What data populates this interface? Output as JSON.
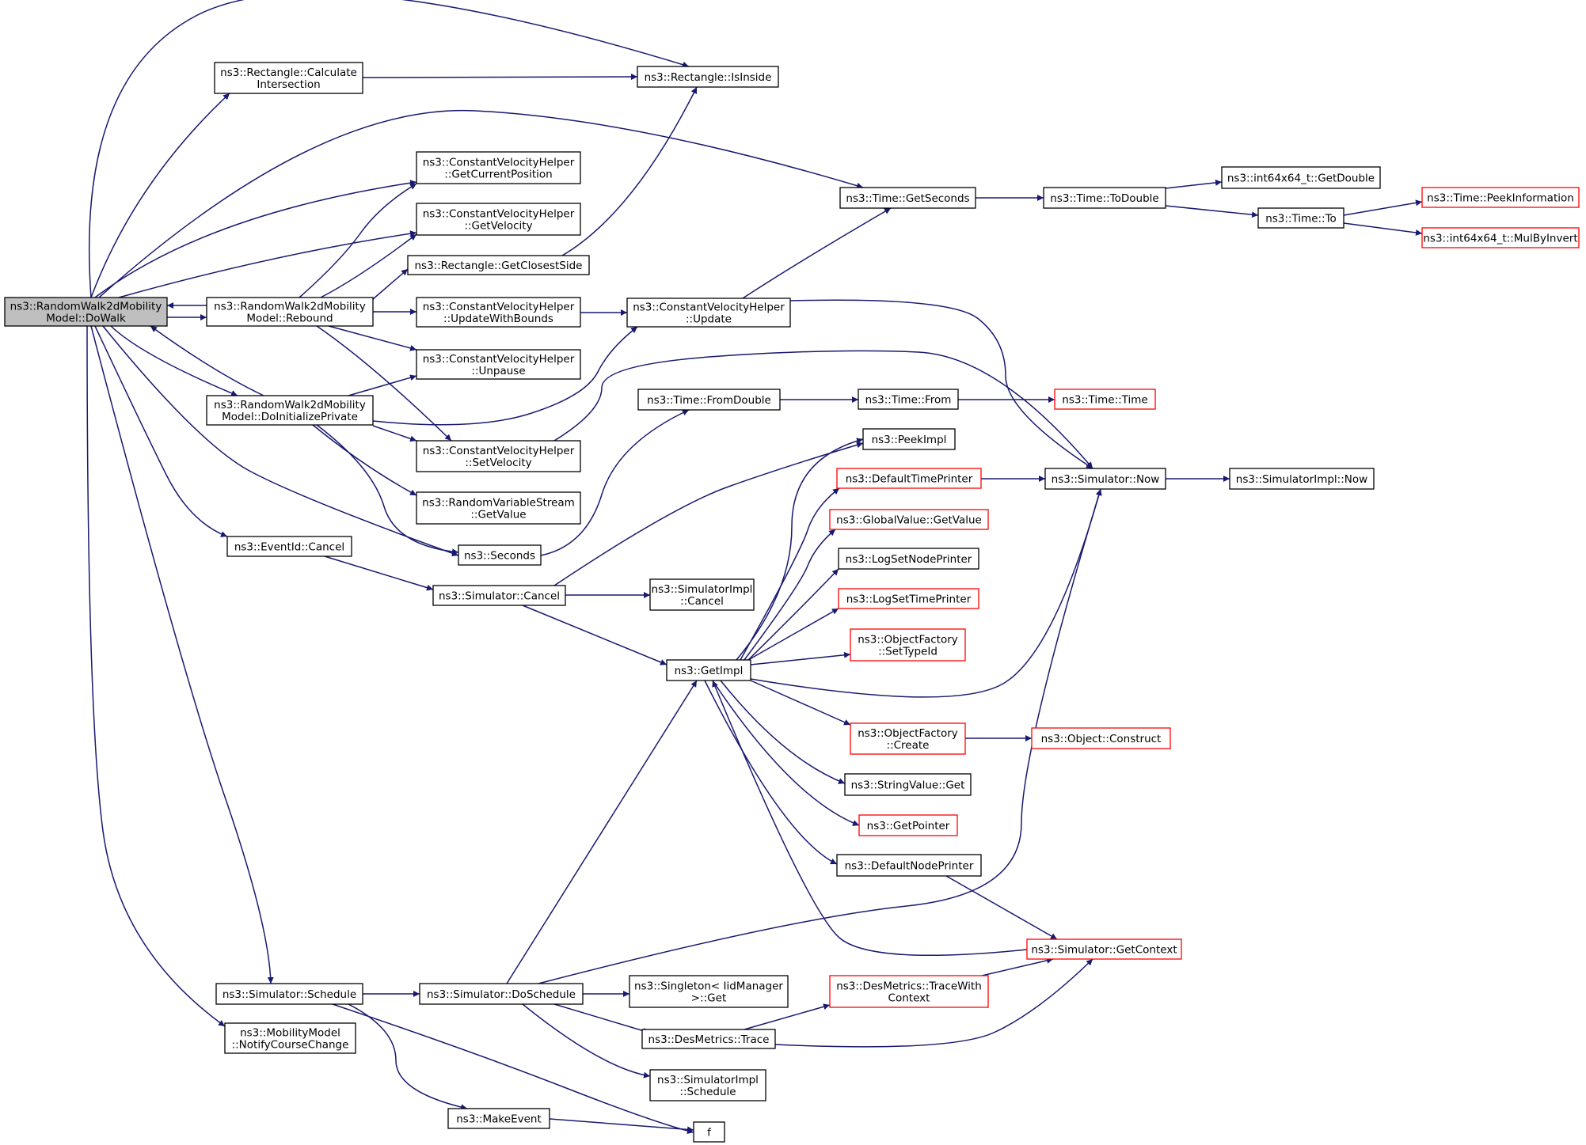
{
  "colors": {
    "edge": "#191970",
    "node_border": "#000000",
    "node_border_external": "#ff0000",
    "node_fill": "#ffffff",
    "focus_fill": "#bfbfbf",
    "text": "#000000"
  },
  "nodes": [
    {
      "id": "dowalk",
      "lines": [
        "ns3::RandomWalk2dMobility",
        "Model::DoWalk"
      ],
      "focus": true
    },
    {
      "id": "calcint",
      "lines": [
        "ns3::Rectangle::Calculate",
        "Intersection"
      ]
    },
    {
      "id": "isinside",
      "lines": [
        "ns3::Rectangle::IsInside"
      ]
    },
    {
      "id": "getcurpos",
      "lines": [
        "ns3::ConstantVelocityHelper",
        "::GetCurrentPosition"
      ]
    },
    {
      "id": "getvel",
      "lines": [
        "ns3::ConstantVelocityHelper",
        "::GetVelocity"
      ]
    },
    {
      "id": "closest",
      "lines": [
        "ns3::Rectangle::GetClosestSide"
      ]
    },
    {
      "id": "rebound",
      "lines": [
        "ns3::RandomWalk2dMobility",
        "Model::Rebound"
      ]
    },
    {
      "id": "updbounds",
      "lines": [
        "ns3::ConstantVelocityHelper",
        "::UpdateWithBounds"
      ]
    },
    {
      "id": "unpause",
      "lines": [
        "ns3::ConstantVelocityHelper",
        "::Unpause"
      ]
    },
    {
      "id": "doinit",
      "lines": [
        "ns3::RandomWalk2dMobility",
        "Model::DoInitializePrivate"
      ]
    },
    {
      "id": "setvel",
      "lines": [
        "ns3::ConstantVelocityHelper",
        "::SetVelocity"
      ]
    },
    {
      "id": "rvget",
      "lines": [
        "ns3::RandomVariableStream",
        "::GetValue"
      ]
    },
    {
      "id": "update",
      "lines": [
        "ns3::ConstantVelocityHelper",
        "::Update"
      ]
    },
    {
      "id": "getsec",
      "lines": [
        "ns3::Time::GetSeconds"
      ]
    },
    {
      "id": "todouble",
      "lines": [
        "ns3::Time::ToDouble"
      ]
    },
    {
      "id": "int64getd",
      "lines": [
        "ns3::int64x64_t::GetDouble"
      ]
    },
    {
      "id": "timeto",
      "lines": [
        "ns3::Time::To"
      ]
    },
    {
      "id": "peekinfo",
      "lines": [
        "ns3::Time::PeekInformation"
      ],
      "external": true
    },
    {
      "id": "mulinv",
      "lines": [
        "ns3::int64x64_t::MulByInvert"
      ],
      "external": true
    },
    {
      "id": "fromdouble",
      "lines": [
        "ns3::Time::FromDouble"
      ]
    },
    {
      "id": "timefrom",
      "lines": [
        "ns3::Time::From"
      ]
    },
    {
      "id": "timetime",
      "lines": [
        "ns3::Time::Time"
      ],
      "external": true
    },
    {
      "id": "peekimpl",
      "lines": [
        "ns3::PeekImpl"
      ]
    },
    {
      "id": "deftimep",
      "lines": [
        "ns3::DefaultTimePrinter"
      ],
      "external": true
    },
    {
      "id": "simnow",
      "lines": [
        "ns3::Simulator::Now"
      ]
    },
    {
      "id": "simimplnow",
      "lines": [
        "ns3::SimulatorImpl::Now"
      ]
    },
    {
      "id": "gvget",
      "lines": [
        "ns3::GlobalValue::GetValue"
      ],
      "external": true
    },
    {
      "id": "logsetnode",
      "lines": [
        "ns3::LogSetNodePrinter"
      ]
    },
    {
      "id": "logsettime",
      "lines": [
        "ns3::LogSetTimePrinter"
      ],
      "external": true
    },
    {
      "id": "ofsettype",
      "lines": [
        "ns3::ObjectFactory",
        "::SetTypeId"
      ],
      "external": true
    },
    {
      "id": "eventcancel",
      "lines": [
        "ns3::EventId::Cancel"
      ]
    },
    {
      "id": "seconds",
      "lines": [
        "ns3::Seconds"
      ]
    },
    {
      "id": "simcancel",
      "lines": [
        "ns3::Simulator::Cancel"
      ]
    },
    {
      "id": "simimplcancel",
      "lines": [
        "ns3::SimulatorImpl",
        "::Cancel"
      ]
    },
    {
      "id": "getimpl",
      "lines": [
        "ns3::GetImpl"
      ]
    },
    {
      "id": "ofcreate",
      "lines": [
        "ns3::ObjectFactory",
        "::Create"
      ],
      "external": true
    },
    {
      "id": "objconstruct",
      "lines": [
        "ns3::Object::Construct"
      ],
      "external": true
    },
    {
      "id": "svget",
      "lines": [
        "ns3::StringValue::Get"
      ]
    },
    {
      "id": "getpointer",
      "lines": [
        "ns3::GetPointer"
      ],
      "external": true
    },
    {
      "id": "defnodep",
      "lines": [
        "ns3::DefaultNodePrinter"
      ]
    },
    {
      "id": "simgetctx",
      "lines": [
        "ns3::Simulator::GetContext"
      ],
      "external": true
    },
    {
      "id": "simschedule",
      "lines": [
        "ns3::Simulator::Schedule"
      ]
    },
    {
      "id": "doschedule",
      "lines": [
        "ns3::Simulator::DoSchedule"
      ]
    },
    {
      "id": "singleton",
      "lines": [
        "ns3::Singleton< IidManager",
        " >::Get"
      ]
    },
    {
      "id": "tracewith",
      "lines": [
        "ns3::DesMetrics::TraceWith",
        "Context"
      ],
      "external": true
    },
    {
      "id": "trace",
      "lines": [
        "ns3::DesMetrics::Trace"
      ]
    },
    {
      "id": "simimplsched",
      "lines": [
        "ns3::SimulatorImpl",
        "::Schedule"
      ]
    },
    {
      "id": "notify",
      "lines": [
        "ns3::MobilityModel",
        "::NotifyCourseChange"
      ]
    },
    {
      "id": "makeevent",
      "lines": [
        "ns3::MakeEvent"
      ]
    },
    {
      "id": "f",
      "lines": [
        "f"
      ]
    }
  ]
}
